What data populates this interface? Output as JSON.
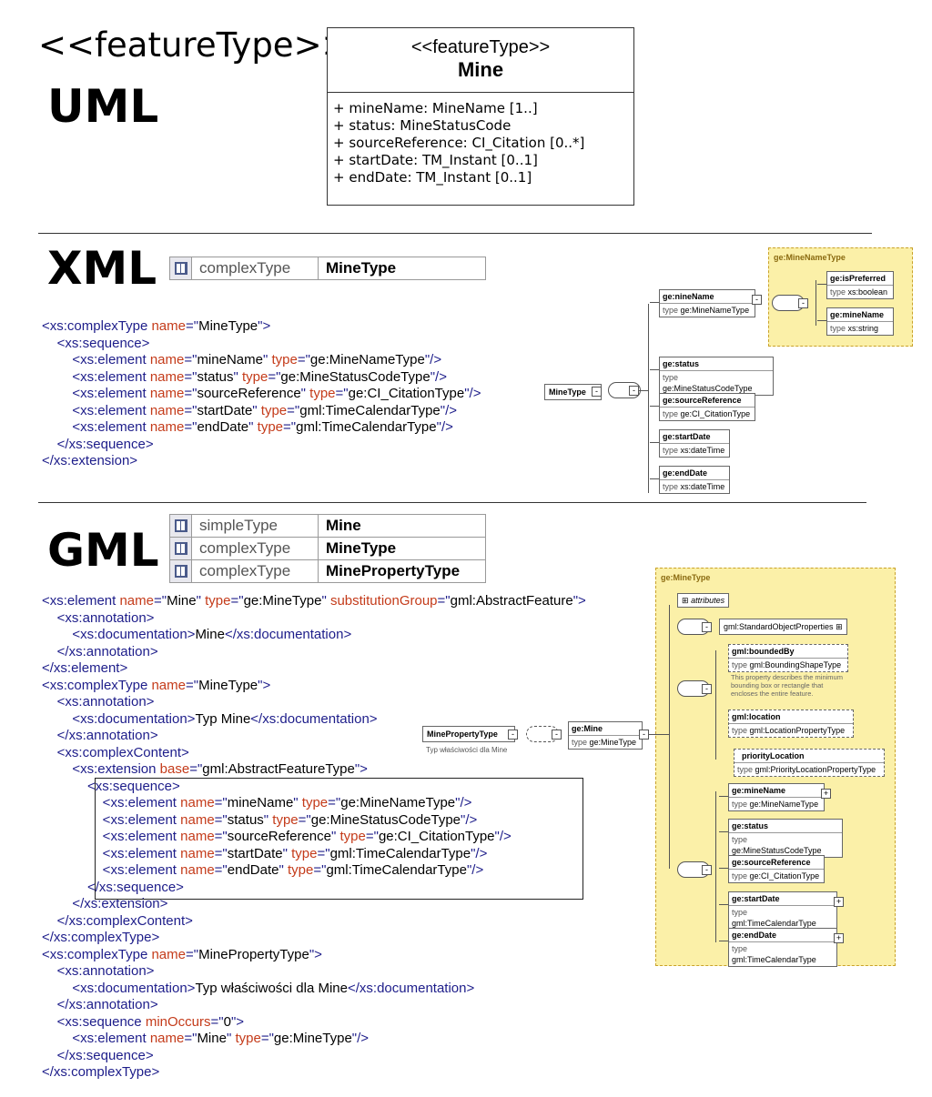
{
  "uml_section": {
    "stereotype_large": "<<featureType>>",
    "label": "UML",
    "box": {
      "stereotype": "<<featureType>>",
      "name": "Mine",
      "attributes": [
        "+ mineName: MineName [1..]",
        "+ status: MineStatusCode",
        "+ sourceReference: CI_Citation [0..*]",
        "+ startDate: TM_Instant [0..1]",
        "+ endDate: TM_Instant [0..1]"
      ]
    }
  },
  "xml_section": {
    "label": "XML",
    "types": [
      {
        "kind": "complexType",
        "name": "MineType"
      }
    ],
    "code": [
      [
        [
          "tg",
          "<xs:complexType "
        ],
        [
          "at",
          "name"
        ],
        [
          "tg",
          "=\""
        ],
        [
          "tx",
          "MineType"
        ],
        [
          "tg",
          "\">"
        ]
      ],
      [
        [
          "tg",
          "    <xs:sequence>"
        ]
      ],
      [
        [
          "tg",
          "        <xs:element "
        ],
        [
          "at",
          "name"
        ],
        [
          "tg",
          "=\""
        ],
        [
          "tx",
          "mineName"
        ],
        [
          "tg",
          "\" "
        ],
        [
          "at",
          "type"
        ],
        [
          "tg",
          "=\""
        ],
        [
          "tx",
          "ge:MineNameType"
        ],
        [
          "tg",
          "\"/>"
        ]
      ],
      [
        [
          "tg",
          "        <xs:element "
        ],
        [
          "at",
          "name"
        ],
        [
          "tg",
          "=\""
        ],
        [
          "tx",
          "status"
        ],
        [
          "tg",
          "\" "
        ],
        [
          "at",
          "type"
        ],
        [
          "tg",
          "=\""
        ],
        [
          "tx",
          "ge:MineStatusCodeType"
        ],
        [
          "tg",
          "\"/>"
        ]
      ],
      [
        [
          "tg",
          "        <xs:element "
        ],
        [
          "at",
          "name"
        ],
        [
          "tg",
          "=\""
        ],
        [
          "tx",
          "sourceReference"
        ],
        [
          "tg",
          "\" "
        ],
        [
          "at",
          "type"
        ],
        [
          "tg",
          "=\""
        ],
        [
          "tx",
          "ge:CI_CitationType"
        ],
        [
          "tg",
          "\"/>"
        ]
      ],
      [
        [
          "tg",
          "        <xs:element "
        ],
        [
          "at",
          "name"
        ],
        [
          "tg",
          "=\""
        ],
        [
          "tx",
          "startDate"
        ],
        [
          "tg",
          "\" "
        ],
        [
          "at",
          "type"
        ],
        [
          "tg",
          "=\""
        ],
        [
          "tx",
          "gml:TimeCalendarType"
        ],
        [
          "tg",
          "\"/>"
        ]
      ],
      [
        [
          "tg",
          "        <xs:element "
        ],
        [
          "at",
          "name"
        ],
        [
          "tg",
          "=\""
        ],
        [
          "tx",
          "endDate"
        ],
        [
          "tg",
          "\" "
        ],
        [
          "at",
          "type"
        ],
        [
          "tg",
          "=\""
        ],
        [
          "tx",
          "gml:TimeCalendarType"
        ],
        [
          "tg",
          "\"/>"
        ]
      ],
      [
        [
          "tg",
          "    </xs:sequence>"
        ]
      ],
      [
        [
          "tg",
          "</xs:extension>"
        ]
      ]
    ],
    "diagram": {
      "root": "MineType",
      "group_title": "ge:MineNameType",
      "elements": [
        {
          "name": "ge:nineName",
          "type": "ge:MineNameType"
        },
        {
          "name": "ge:status",
          "type": "ge:MineStatusCodeType"
        },
        {
          "name": "ge:sourceReference",
          "type": "ge:CI_CitationType"
        },
        {
          "name": "ge:startDate",
          "type": "xs:dateTime"
        },
        {
          "name": "ge:endDate",
          "type": "xs:dateTime"
        }
      ],
      "sub_elements": [
        {
          "name": "ge:isPreferred",
          "type": "xs:boolean"
        },
        {
          "name": "ge:mineName",
          "type": "xs:string"
        }
      ],
      "type_prefix": "type"
    }
  },
  "gml_section": {
    "label": "GML",
    "types": [
      {
        "kind": "simpleType",
        "name": "Mine"
      },
      {
        "kind": "complexType",
        "name": "MineType"
      },
      {
        "kind": "complexType",
        "name": "MinePropertyType"
      }
    ],
    "code": [
      [
        [
          "tg",
          "<xs:element "
        ],
        [
          "at",
          "name"
        ],
        [
          "tg",
          "=\""
        ],
        [
          "tx",
          "Mine"
        ],
        [
          "tg",
          "\" "
        ],
        [
          "at",
          "type"
        ],
        [
          "tg",
          "=\""
        ],
        [
          "tx",
          "ge:MineType"
        ],
        [
          "tg",
          "\" "
        ],
        [
          "at",
          "substitutionGroup"
        ],
        [
          "tg",
          "=\""
        ],
        [
          "tx",
          "gml:AbstractFeature"
        ],
        [
          "tg",
          "\">"
        ]
      ],
      [
        [
          "tg",
          "    <xs:annotation>"
        ]
      ],
      [
        [
          "tg",
          "        <xs:documentation>"
        ],
        [
          "tx",
          "Mine"
        ],
        [
          "tg",
          "</xs:documentation>"
        ]
      ],
      [
        [
          "tg",
          "    </xs:annotation>"
        ]
      ],
      [
        [
          "tg",
          "</xs:element>"
        ]
      ],
      [
        [
          "tg",
          "<xs:complexType "
        ],
        [
          "at",
          "name"
        ],
        [
          "tg",
          "=\""
        ],
        [
          "tx",
          "MineType"
        ],
        [
          "tg",
          "\">"
        ]
      ],
      [
        [
          "tg",
          "    <xs:annotation>"
        ]
      ],
      [
        [
          "tg",
          "        <xs:documentation>"
        ],
        [
          "tx",
          "Typ Mine"
        ],
        [
          "tg",
          "</xs:documentation>"
        ]
      ],
      [
        [
          "tg",
          "    </xs:annotation>"
        ]
      ],
      [
        [
          "tg",
          "    <xs:complexContent>"
        ]
      ],
      [
        [
          "tg",
          "        <xs:extension "
        ],
        [
          "at",
          "base"
        ],
        [
          "tg",
          "=\""
        ],
        [
          "tx",
          "gml:AbstractFeatureType"
        ],
        [
          "tg",
          "\">"
        ]
      ],
      [
        [
          "tg",
          "            <xs:sequence>"
        ]
      ],
      [
        [
          "tg",
          "                <xs:element "
        ],
        [
          "at",
          "name"
        ],
        [
          "tg",
          "=\""
        ],
        [
          "tx",
          "mineName"
        ],
        [
          "tg",
          "\" "
        ],
        [
          "at",
          "type"
        ],
        [
          "tg",
          "=\""
        ],
        [
          "tx",
          "ge:MineNameType"
        ],
        [
          "tg",
          "\"/>"
        ]
      ],
      [
        [
          "tg",
          "                <xs:element "
        ],
        [
          "at",
          "name"
        ],
        [
          "tg",
          "=\""
        ],
        [
          "tx",
          "status"
        ],
        [
          "tg",
          "\" "
        ],
        [
          "at",
          "type"
        ],
        [
          "tg",
          "=\""
        ],
        [
          "tx",
          "ge:MineStatusCodeType"
        ],
        [
          "tg",
          "\"/>"
        ]
      ],
      [
        [
          "tg",
          "                <xs:element "
        ],
        [
          "at",
          "name"
        ],
        [
          "tg",
          "=\""
        ],
        [
          "tx",
          "sourceReference"
        ],
        [
          "tg",
          "\" "
        ],
        [
          "at",
          "type"
        ],
        [
          "tg",
          "=\""
        ],
        [
          "tx",
          "ge:CI_CitationType"
        ],
        [
          "tg",
          "\"/>"
        ]
      ],
      [
        [
          "tg",
          "                <xs:element "
        ],
        [
          "at",
          "name"
        ],
        [
          "tg",
          "=\""
        ],
        [
          "tx",
          "startDate"
        ],
        [
          "tg",
          "\" "
        ],
        [
          "at",
          "type"
        ],
        [
          "tg",
          "=\""
        ],
        [
          "tx",
          "gml:TimeCalendarType"
        ],
        [
          "tg",
          "\"/>"
        ]
      ],
      [
        [
          "tg",
          "                <xs:element "
        ],
        [
          "at",
          "name"
        ],
        [
          "tg",
          "=\""
        ],
        [
          "tx",
          "endDate"
        ],
        [
          "tg",
          "\" "
        ],
        [
          "at",
          "type"
        ],
        [
          "tg",
          "=\""
        ],
        [
          "tx",
          "gml:TimeCalendarType"
        ],
        [
          "tg",
          "\"/>"
        ]
      ],
      [
        [
          "tg",
          "            </xs:sequence>"
        ]
      ],
      [
        [
          "tg",
          "        </xs:extension>"
        ]
      ],
      [
        [
          "tg",
          "    </xs:complexContent>"
        ]
      ],
      [
        [
          "tg",
          "</xs:complexType>"
        ]
      ],
      [
        [
          "tg",
          "<xs:complexType "
        ],
        [
          "at",
          "name"
        ],
        [
          "tg",
          "=\""
        ],
        [
          "tx",
          "MinePropertyType"
        ],
        [
          "tg",
          "\">"
        ]
      ],
      [
        [
          "tg",
          "    <xs:annotation>"
        ]
      ],
      [
        [
          "tg",
          "        <xs:documentation>"
        ],
        [
          "tx",
          "Typ właściwości dla Mine"
        ],
        [
          "tg",
          "</xs:documentation>"
        ]
      ],
      [
        [
          "tg",
          "    </xs:annotation>"
        ]
      ],
      [
        [
          "tg",
          "    <xs:sequence "
        ],
        [
          "at",
          "minOccurs"
        ],
        [
          "tg",
          "=\""
        ],
        [
          "tx",
          "0"
        ],
        [
          "tg",
          "\">"
        ]
      ],
      [
        [
          "tg",
          "        <xs:element "
        ],
        [
          "at",
          "name"
        ],
        [
          "tg",
          "=\""
        ],
        [
          "tx",
          "Mine"
        ],
        [
          "tg",
          "\" "
        ],
        [
          "at",
          "type"
        ],
        [
          "tg",
          "=\""
        ],
        [
          "tx",
          "ge:MineType"
        ],
        [
          "tg",
          "\"/>"
        ]
      ],
      [
        [
          "tg",
          "    </xs:sequence>"
        ]
      ],
      [
        [
          "tg",
          "</xs:complexType>"
        ]
      ]
    ],
    "diagram": {
      "group_title": "ge:MineType",
      "attributes_label": "attributes",
      "property_type": "MinePropertyType",
      "property_caption": "Typ właściwości dla Mine",
      "mine_element": {
        "name": "ge:Mine",
        "type": "ge:MineType"
      },
      "standard": "gml:StandardObjectProperties",
      "bounded": {
        "name": "gml:boundedBy",
        "type": "gml:BoundingShapeType",
        "doc": [
          "This property describes the minimum",
          "bounding box or rectangle that",
          "encloses the entire feature."
        ]
      },
      "location": {
        "name": "gml:location",
        "type": "gml:LocationPropertyType"
      },
      "priority": {
        "name": "priorityLocation",
        "type": "gml:PriorityLocationPropertyType"
      },
      "elements": [
        {
          "name": "ge:mineName",
          "type": "ge:MineNameType"
        },
        {
          "name": "ge:status",
          "type": "ge:MineStatusCodeType"
        },
        {
          "name": "ge:sourceReference",
          "type": "ge:CI_CitationType"
        },
        {
          "name": "ge:startDate",
          "type": "gml:TimeCalendarType"
        },
        {
          "name": "ge:endDate",
          "type": "gml:TimeCalendarType"
        }
      ],
      "type_prefix": "type"
    }
  },
  "colors": {
    "tag": "#1d1d8a",
    "attribute": "#c43b1a",
    "group_fill": "#fbf0a8"
  }
}
